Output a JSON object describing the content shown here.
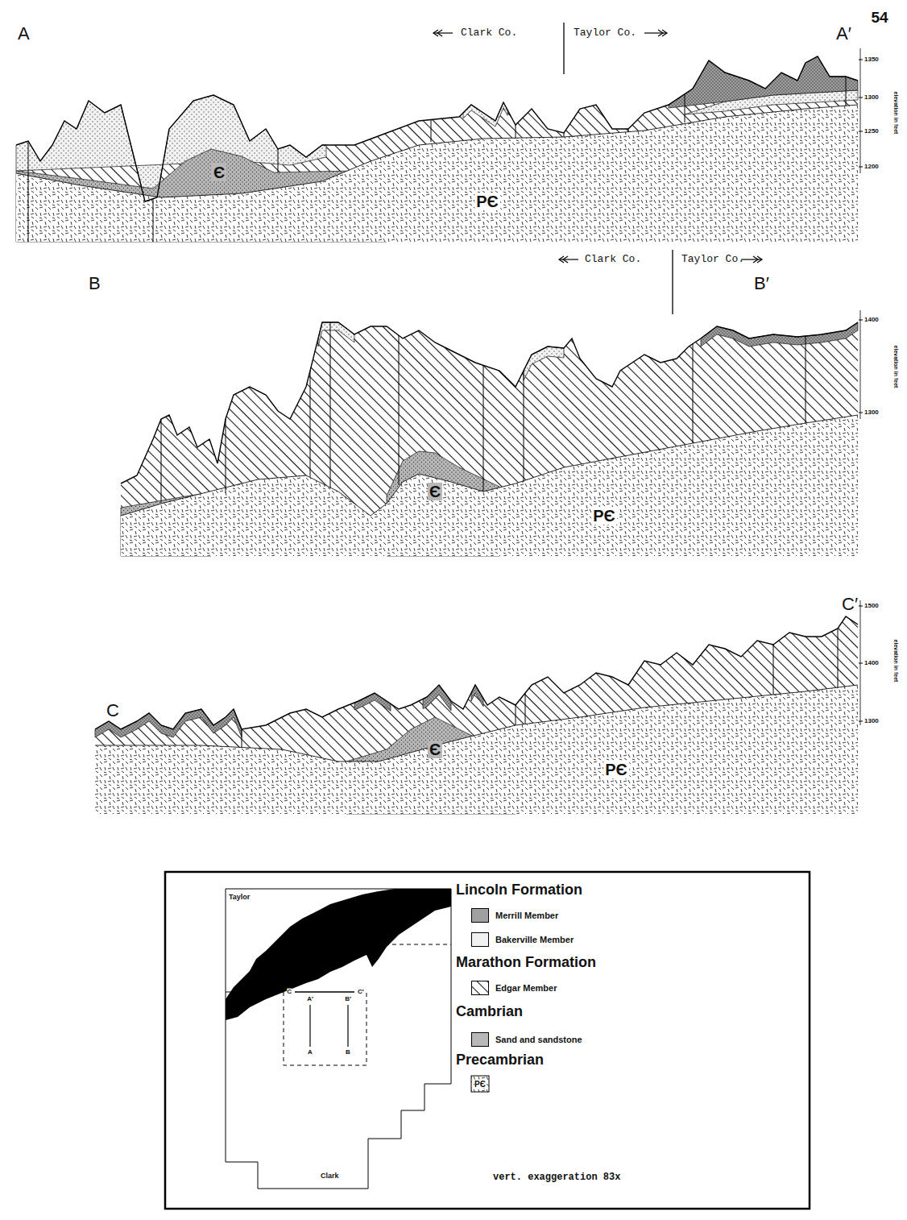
{
  "diagram": {
    "labels": [
      "54",
      "A",
      "A′",
      "Clark Co.",
      "Taylor Co.",
      "1350",
      "1300",
      "1250",
      "1200",
      "elevation in feet",
      "Є",
      "PЄ",
      "B",
      "B′",
      "Clark Co.",
      "Taylor Co.",
      "1400",
      "1300",
      "elevation in feet",
      "Є",
      "PЄ",
      "C",
      "C′",
      "1500",
      "1400",
      "1300",
      "elevation in feet",
      "Є",
      "PЄ",
      "Taylor",
      "Clark",
      "A′",
      "B′",
      "C",
      "C′",
      "A",
      "B",
      "Lincoln Formation",
      "Marathon Formation",
      "Cambrian",
      "Precambrian",
      "Є",
      "PЄ",
      "vert. exaggeration 83x"
    ],
    "legend": [
      {
        "text": "Merrill Member",
        "color": "#a0a0a0"
      },
      {
        "text": "Bakerville Member",
        "color": "#f2f2f2"
      },
      {
        "text": "Edgar Member"
      },
      {
        "text": "Sand and sandstone",
        "color": "#b8b8b8"
      }
    ]
  }
}
